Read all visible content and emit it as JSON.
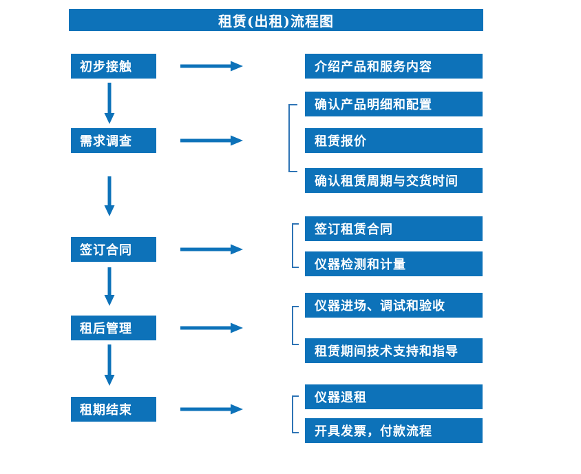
{
  "title": "租赁(出租)流程图",
  "colors": {
    "primary": "#0d72b9",
    "bracket": "#2e74b5",
    "text-on-primary": "#ffffff",
    "background": "#ffffff"
  },
  "steps": [
    {
      "label": "初步接触",
      "details": [
        "介绍产品和服务内容"
      ]
    },
    {
      "label": "需求调查",
      "details": [
        "确认产品明细和配置",
        "租赁报价",
        "确认租赁周期与交货时间"
      ]
    },
    {
      "label": "签订合同",
      "details": [
        "签订租赁合同",
        "仪器检测和计量"
      ]
    },
    {
      "label": "租后管理",
      "details": [
        "仪器进场、调试和验收",
        "租赁期间技术支持和指导"
      ]
    },
    {
      "label": "租期结束",
      "details": [
        "仪器退租",
        "开具发票，付款流程"
      ]
    }
  ]
}
